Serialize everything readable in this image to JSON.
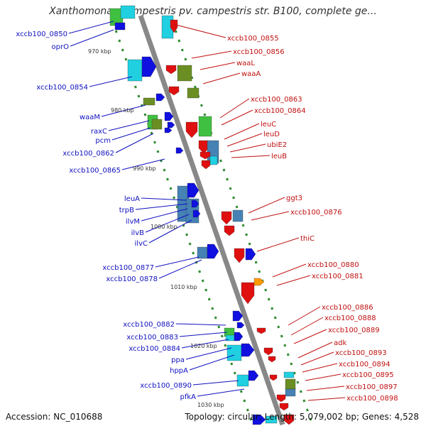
{
  "title": "Xanthomonas campestris pv. campestris str. B100, complete ge...",
  "footer": {
    "accession": "Accession: NC_010688",
    "stats": "Topology: circular; Length: 5,079,002 bp; Genes: 4,528"
  },
  "colors": {
    "backbone": "#888888",
    "forward_label": "#1010c0",
    "reverse_label": "#c01010",
    "tick_green": "#2e8b2e",
    "gene_blue": "#1010e0",
    "gene_red": "#e01010",
    "gene_cyan": "#20d0e0",
    "gene_green": "#40c040",
    "gene_olive": "#6b8e23",
    "gene_steel": "#4682b4",
    "gene_orange": "#ff9900"
  },
  "kbp_ticks": [
    "970 kbp",
    "980 kbp",
    "990 kbp",
    "1000 kbp",
    "1010 kbp",
    "1020 kbp",
    "1030 kbp"
  ],
  "left_labels": [
    "xccb100_0850",
    "oprO",
    "xccb100_0854",
    "waaM",
    "raxC",
    "pcm",
    "xccb100_0862",
    "xccb100_0865",
    "leuA",
    "trpB",
    "ilvM",
    "ilvB",
    "ilvC",
    "xccb100_0877",
    "xccb100_0878",
    "xccb100_0882",
    "xccb100_0883",
    "xccb100_0884",
    "ppa",
    "hppA",
    "xccb100_0890",
    "pfkA"
  ],
  "right_labels": [
    "xccb100_0855",
    "xccb100_0856",
    "waaL",
    "waaA",
    "xccb100_0863",
    "xccb100_0864",
    "leuC",
    "leuD",
    "ubiE2",
    "leuB",
    "ggt3",
    "xccb100_0876",
    "thiC",
    "xccb100_0880",
    "xccb100_0881",
    "xccb100_0886",
    "xccb100_0888",
    "xccb100_0889",
    "adk",
    "xccb100_0893",
    "xccb100_0894",
    "xccb100_0895",
    "xccb100_0897",
    "xccb100_0898"
  ]
}
